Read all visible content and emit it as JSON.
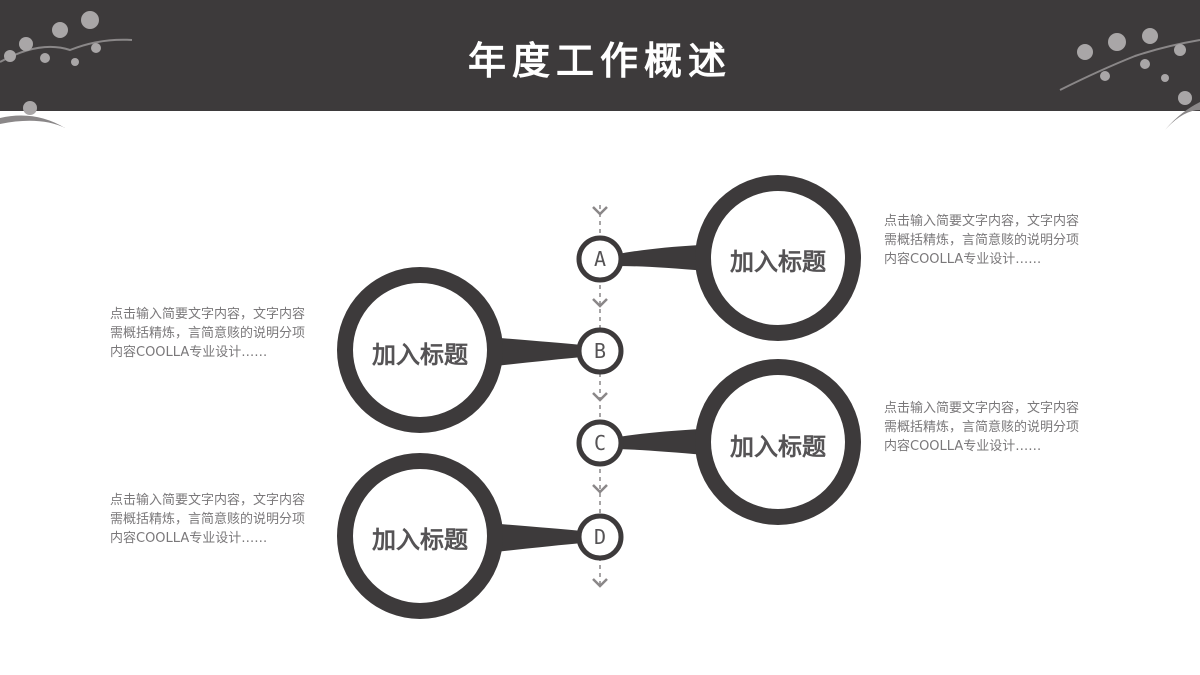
{
  "header": {
    "title": "年度工作概述"
  },
  "colors": {
    "header_bg": "#3d3a3b",
    "shape": "#3d3a3b",
    "label": "#555355",
    "desc": "#7a787a"
  },
  "items": [
    {
      "letter": "A",
      "title": "加入标题",
      "desc": "点击输入简要文字内容，文字内容需概括精炼，言简意赅的说明分项内容COOLLA专业设计……"
    },
    {
      "letter": "B",
      "title": "加入标题",
      "desc": "点击输入简要文字内容，文字内容需概括精炼，言简意赅的说明分项内容COOLLA专业设计……"
    },
    {
      "letter": "C",
      "title": "加入标题",
      "desc": "点击输入简要文字内容，文字内容需概括精炼，言简意赅的说明分项内容COOLLA专业设计……"
    },
    {
      "letter": "D",
      "title": "加入标题",
      "desc": "点击输入简要文字内容，文字内容需概括精炼，言简意赅的说明分项内容COOLLA专业设计……"
    }
  ]
}
